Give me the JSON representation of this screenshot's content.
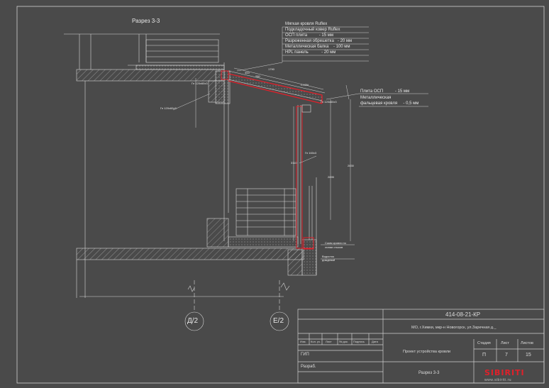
{
  "title": "Разрез 3-3",
  "layers": [
    "Мягкая кровля Ruflex",
    "Подкладочный ковер Ruflex",
    "ОСП плита          - 15 мм",
    "Разреженная обрешетка   - 20 мм",
    "Металлическая балка    - 100 мм",
    "HPL панель           - 20 мм"
  ],
  "right_note": {
    "line1": "Плита ОСП          - 15 мм",
    "line2": "Металлическая",
    "line3": "фальцевая кровля     - 0,5 мм"
  },
  "small_labels": {
    "gn1": "Гн 120х60х3",
    "gn2": "Гн 120х60х3",
    "gn3": "Гн 120х60х3",
    "gn4": "Гн 160х3",
    "slope": "i=12%",
    "d1": "1790",
    "d2": "300",
    "d3": "280",
    "d4": "3110",
    "d5": "2830",
    "d6": "2895",
    "gutter": "Водосток дождевой",
    "note1": "Сжим кровли по",
    "note2": "линии стыков"
  },
  "axes": [
    "Д/2",
    "Е/2"
  ],
  "stamp": {
    "code": "414-08-21-КР",
    "address": "МО, г.Химки, мкр-н Новогорск, ул.Заречная д._",
    "headers": [
      "Изм.",
      "Кол. уч.",
      "Лист",
      "№ док.",
      "Подпись",
      "Дата"
    ],
    "role1": "ГИП",
    "role2": "Разраб.",
    "project": "Проект устройства кровли",
    "sheet_name": "Разрез 3-3",
    "stage_label": "Стадия",
    "sheet_label": "Лист",
    "sheets_label": "Листов",
    "stage": "П",
    "sheet": "7",
    "sheets": "15"
  },
  "logo": {
    "brand": "SIBIRITI",
    "sub": "www.sibiriti.ru"
  },
  "colors": {
    "background": "#4a4a4a",
    "line": "#dcdcdc",
    "accent": "#e0202a"
  }
}
